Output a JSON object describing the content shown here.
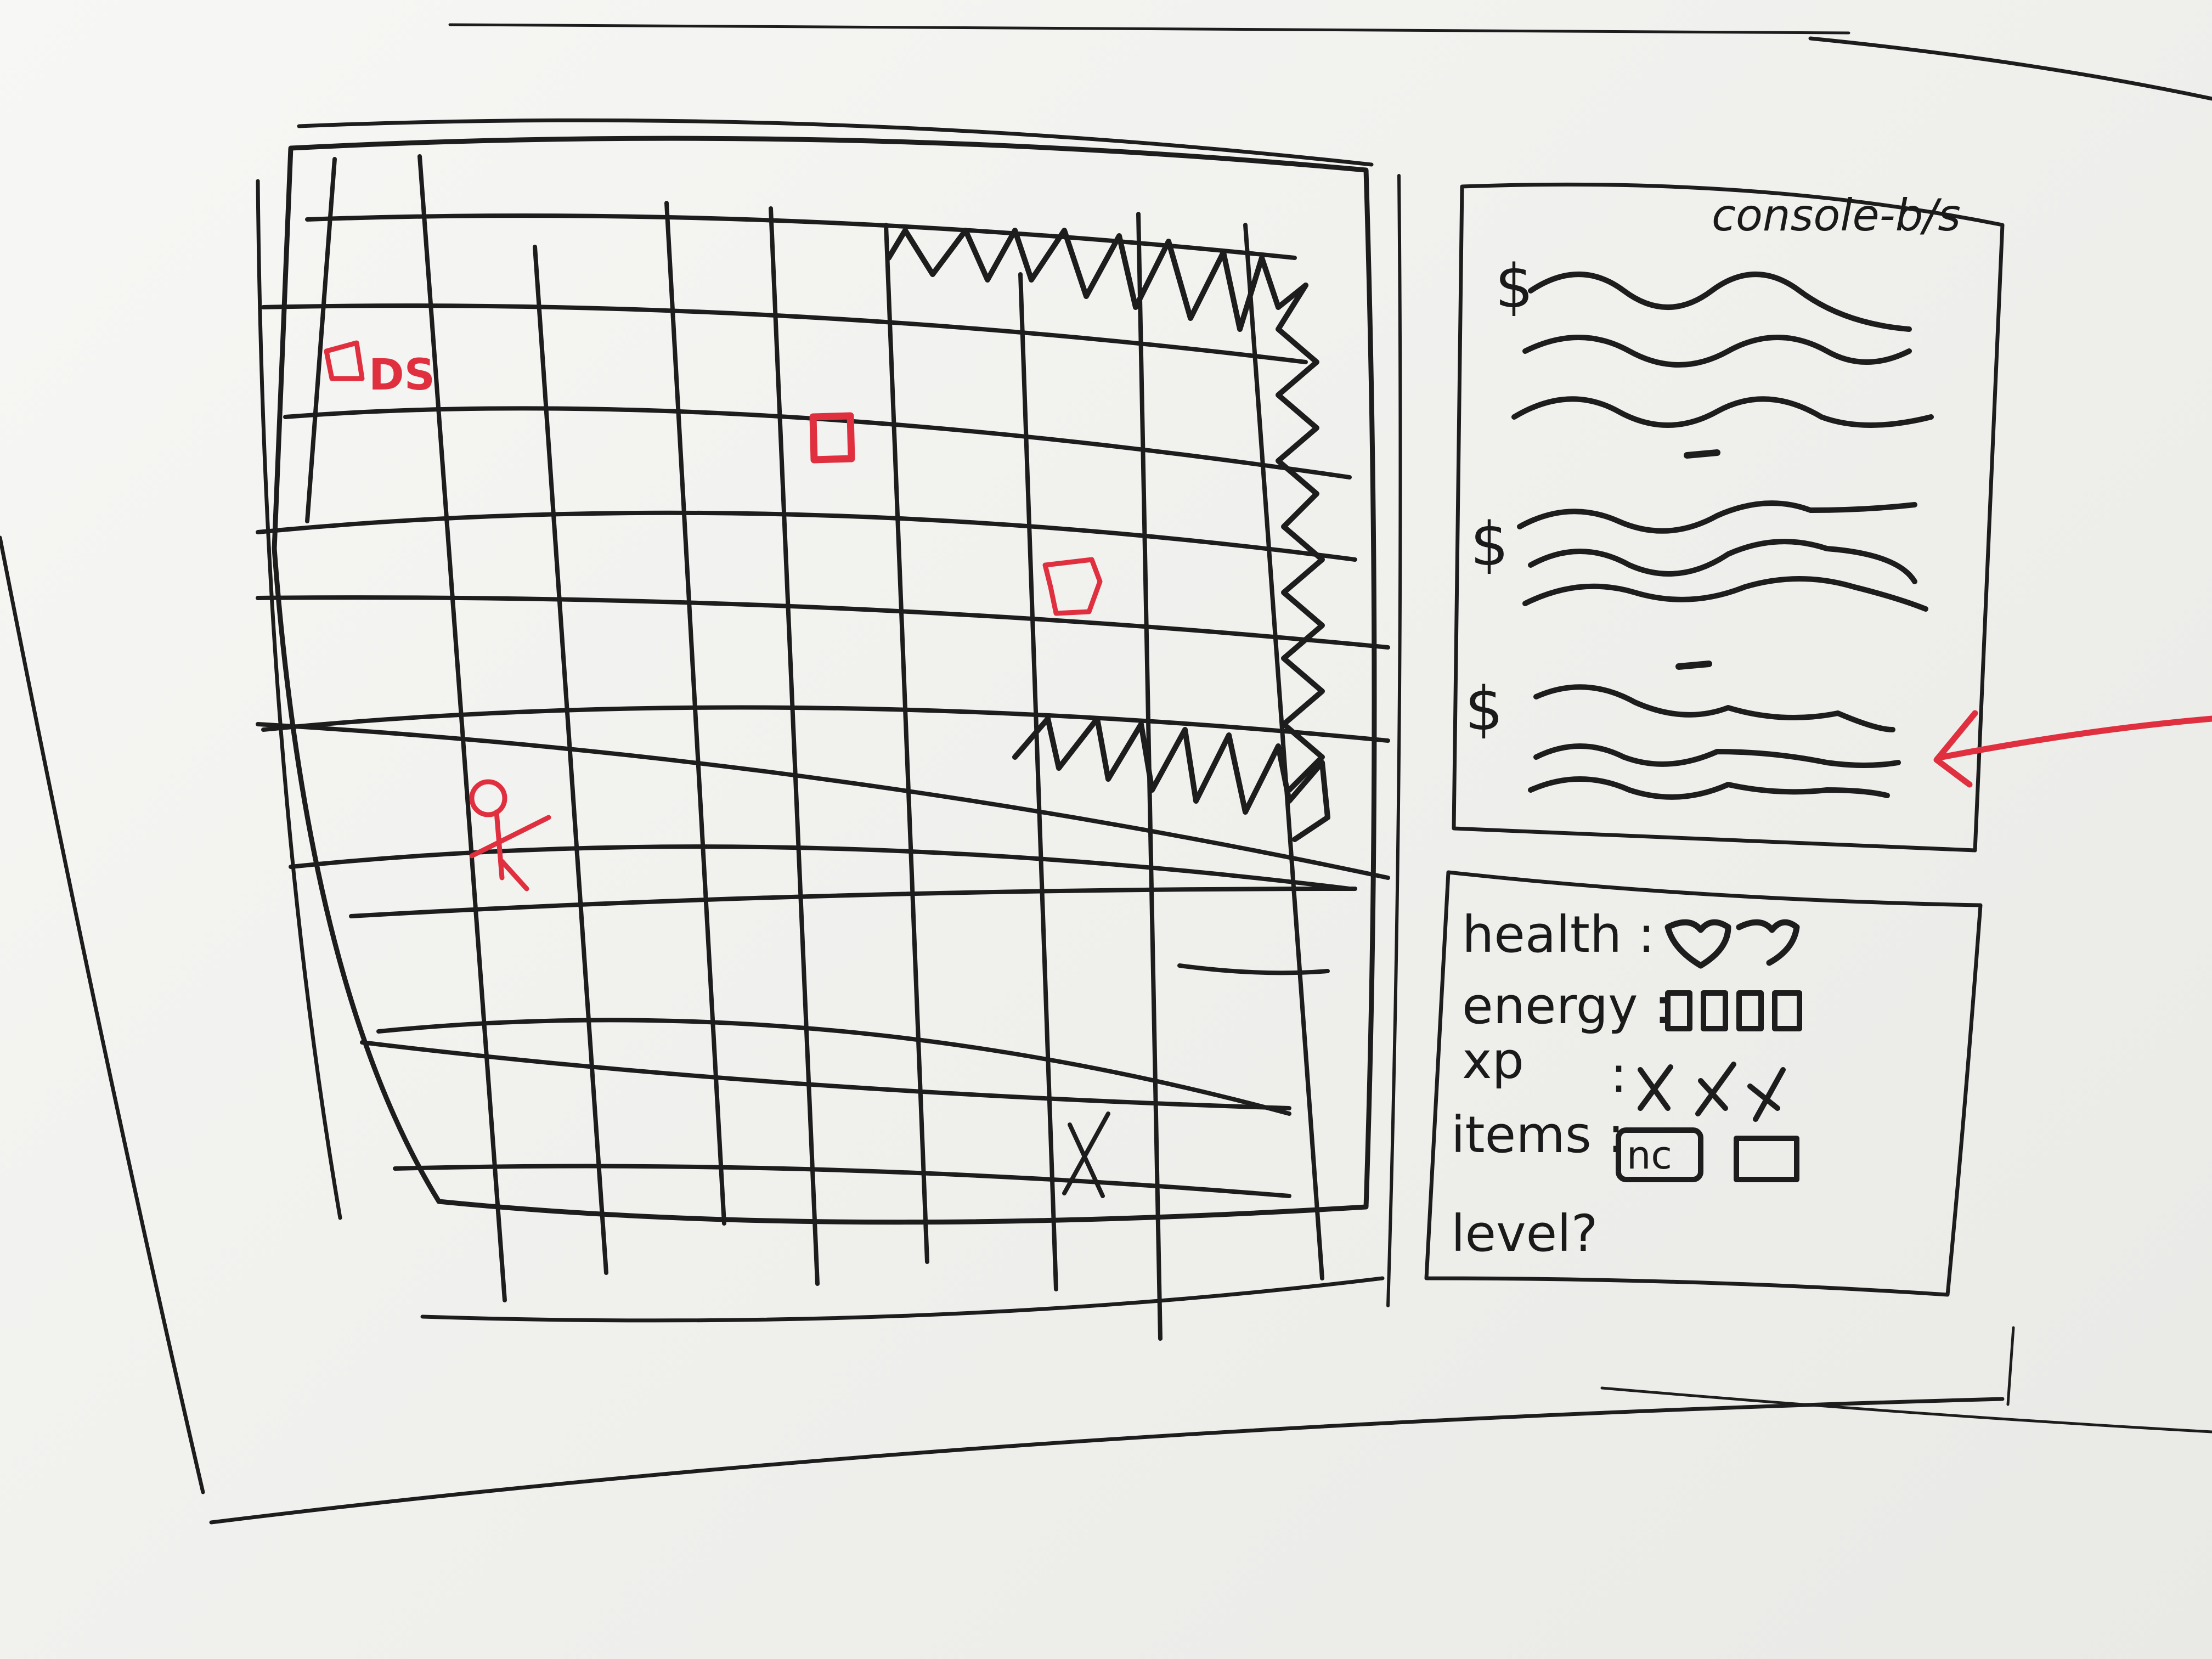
{
  "map": {
    "ds_label": "DS",
    "goal_marker": "X"
  },
  "console": {
    "title": "console-b/s",
    "prompt_symbol": "$",
    "entries": [
      {
        "prompt": "$",
        "lines": 3
      },
      {
        "prompt": "$",
        "lines": 3
      },
      {
        "prompt": "$",
        "lines": 3
      }
    ]
  },
  "stats": {
    "health_label": "health :",
    "energy_label": "energy :",
    "xp_label": "xp",
    "xp_sep": ":",
    "items_label": "items :",
    "item_slot_label": "nc",
    "level_label": "level?"
  },
  "colors": {
    "ink": "#1d1d1d",
    "marker_red": "#e0303f",
    "board": "#f3f3f1"
  }
}
